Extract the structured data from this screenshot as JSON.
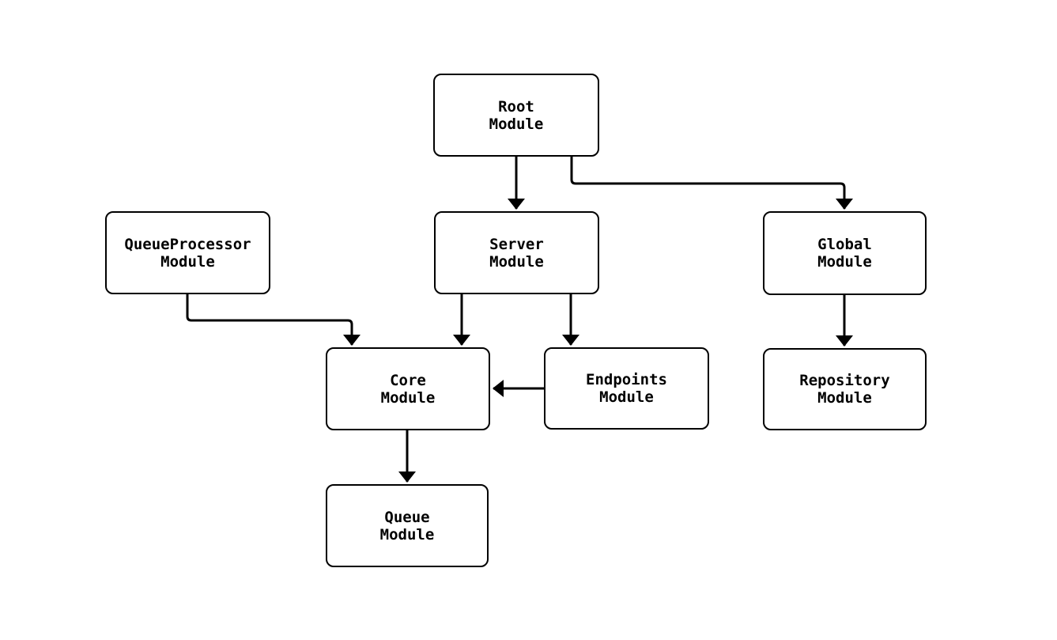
{
  "diagram": {
    "type": "module-dependency-graph",
    "colors": {
      "background": "#ffffff",
      "node_fill": "#ffffff",
      "node_border": "#000000",
      "edge_stroke": "#000000",
      "text": "#000000"
    },
    "nodes": {
      "root": {
        "label": "Root\nModule"
      },
      "queueprocessor": {
        "label": "QueueProcessor\nModule"
      },
      "server": {
        "label": "Server\nModule"
      },
      "global": {
        "label": "Global\nModule"
      },
      "core": {
        "label": "Core\nModule"
      },
      "endpoints": {
        "label": "Endpoints\nModule"
      },
      "repository": {
        "label": "Repository\nModule"
      },
      "queue": {
        "label": "Queue\nModule"
      }
    },
    "edges": [
      {
        "from": "Root Module",
        "to": "Server Module"
      },
      {
        "from": "Root Module",
        "to": "Global Module"
      },
      {
        "from": "QueueProcessor Module",
        "to": "Core Module"
      },
      {
        "from": "Server Module",
        "to": "Core Module"
      },
      {
        "from": "Server Module",
        "to": "Endpoints Module"
      },
      {
        "from": "Endpoints Module",
        "to": "Core Module"
      },
      {
        "from": "Global Module",
        "to": "Repository Module"
      },
      {
        "from": "Core Module",
        "to": "Queue Module"
      }
    ]
  }
}
